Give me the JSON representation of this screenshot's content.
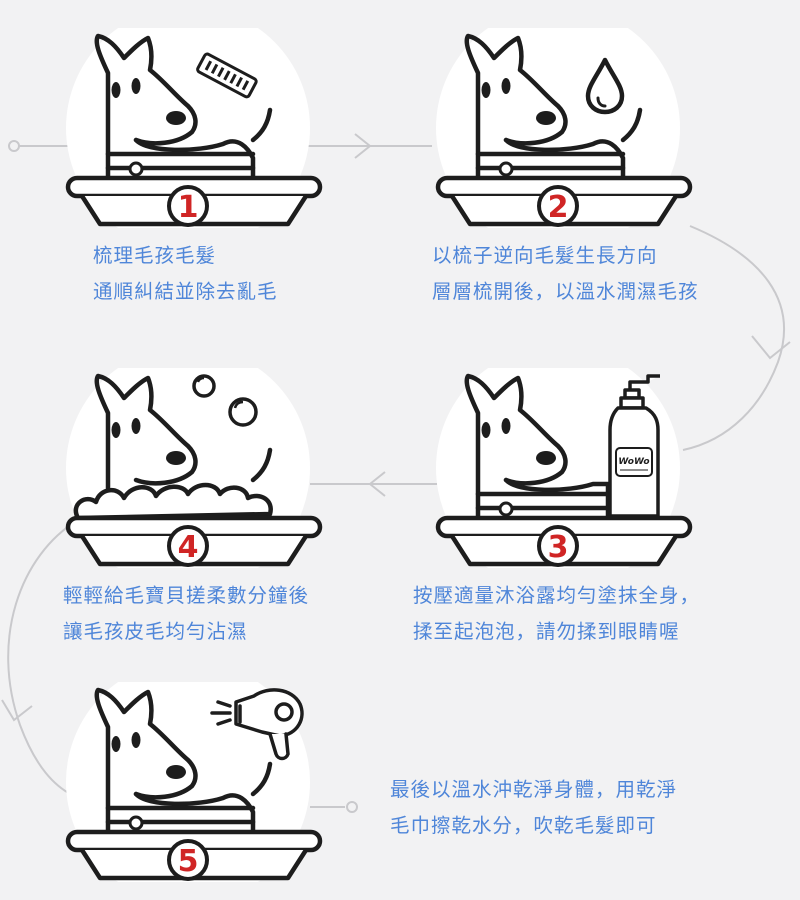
{
  "steps": [
    {
      "number": "1",
      "tool": "comb-icon",
      "caption": [
        "梳理毛孩毛髮",
        "通順糾結並除去亂毛"
      ]
    },
    {
      "number": "2",
      "tool": "water-drop-icon",
      "caption": [
        "以梳子逆向毛髮生長方向",
        "層層梳開後，以溫水潤濕毛孩"
      ]
    },
    {
      "number": "3",
      "tool": "shampoo-bottle-icon",
      "bottle_label": "WoWo",
      "caption": [
        "按壓適量沐浴露均勻塗抹全身，",
        "揉至起泡泡，請勿揉到眼睛喔"
      ]
    },
    {
      "number": "4",
      "tool": "bubbles-icon",
      "caption": [
        "輕輕給毛寶貝搓柔數分鐘後",
        "讓毛孩皮毛均勻沾濕"
      ]
    },
    {
      "number": "5",
      "tool": "hair-dryer-icon",
      "caption": [
        "最後以溫水沖乾淨身體，用乾淨",
        "毛巾擦乾水分，吹乾毛髮即可"
      ]
    }
  ],
  "colors": {
    "background": "#f2f2f3",
    "circle": "#ffffff",
    "line": "#1d1d1d",
    "flow_line": "#c9c9cc",
    "number": "#d02525",
    "caption": "#4f86d9"
  }
}
